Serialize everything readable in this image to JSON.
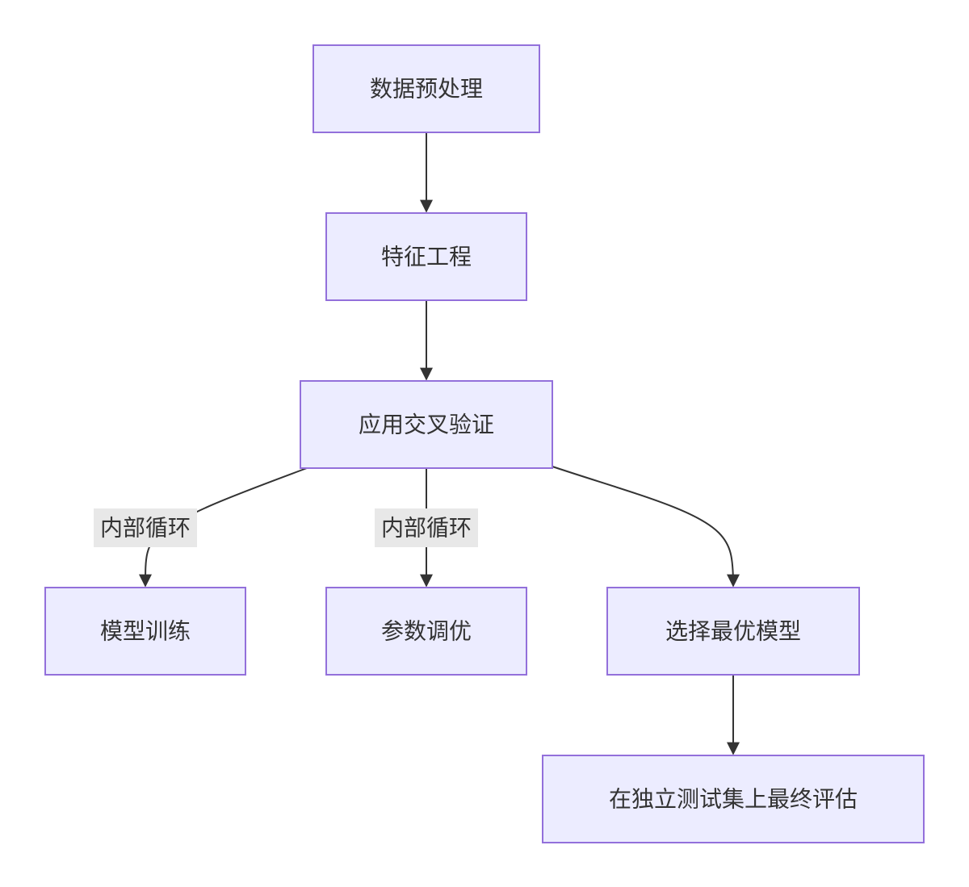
{
  "nodes": {
    "preprocess": "数据预处理",
    "feature": "特征工程",
    "crossval": "应用交叉验证",
    "train": "模型训练",
    "tune": "参数调优",
    "select": "选择最优模型",
    "evaluate": "在独立测试集上最终评估"
  },
  "edges": {
    "inner_loop_1": "内部循环",
    "inner_loop_2": "内部循环"
  },
  "colors": {
    "node_fill": "#ececff",
    "node_stroke": "#9370db",
    "edge_stroke": "#333333",
    "label_bg": "#e8e8e8"
  }
}
